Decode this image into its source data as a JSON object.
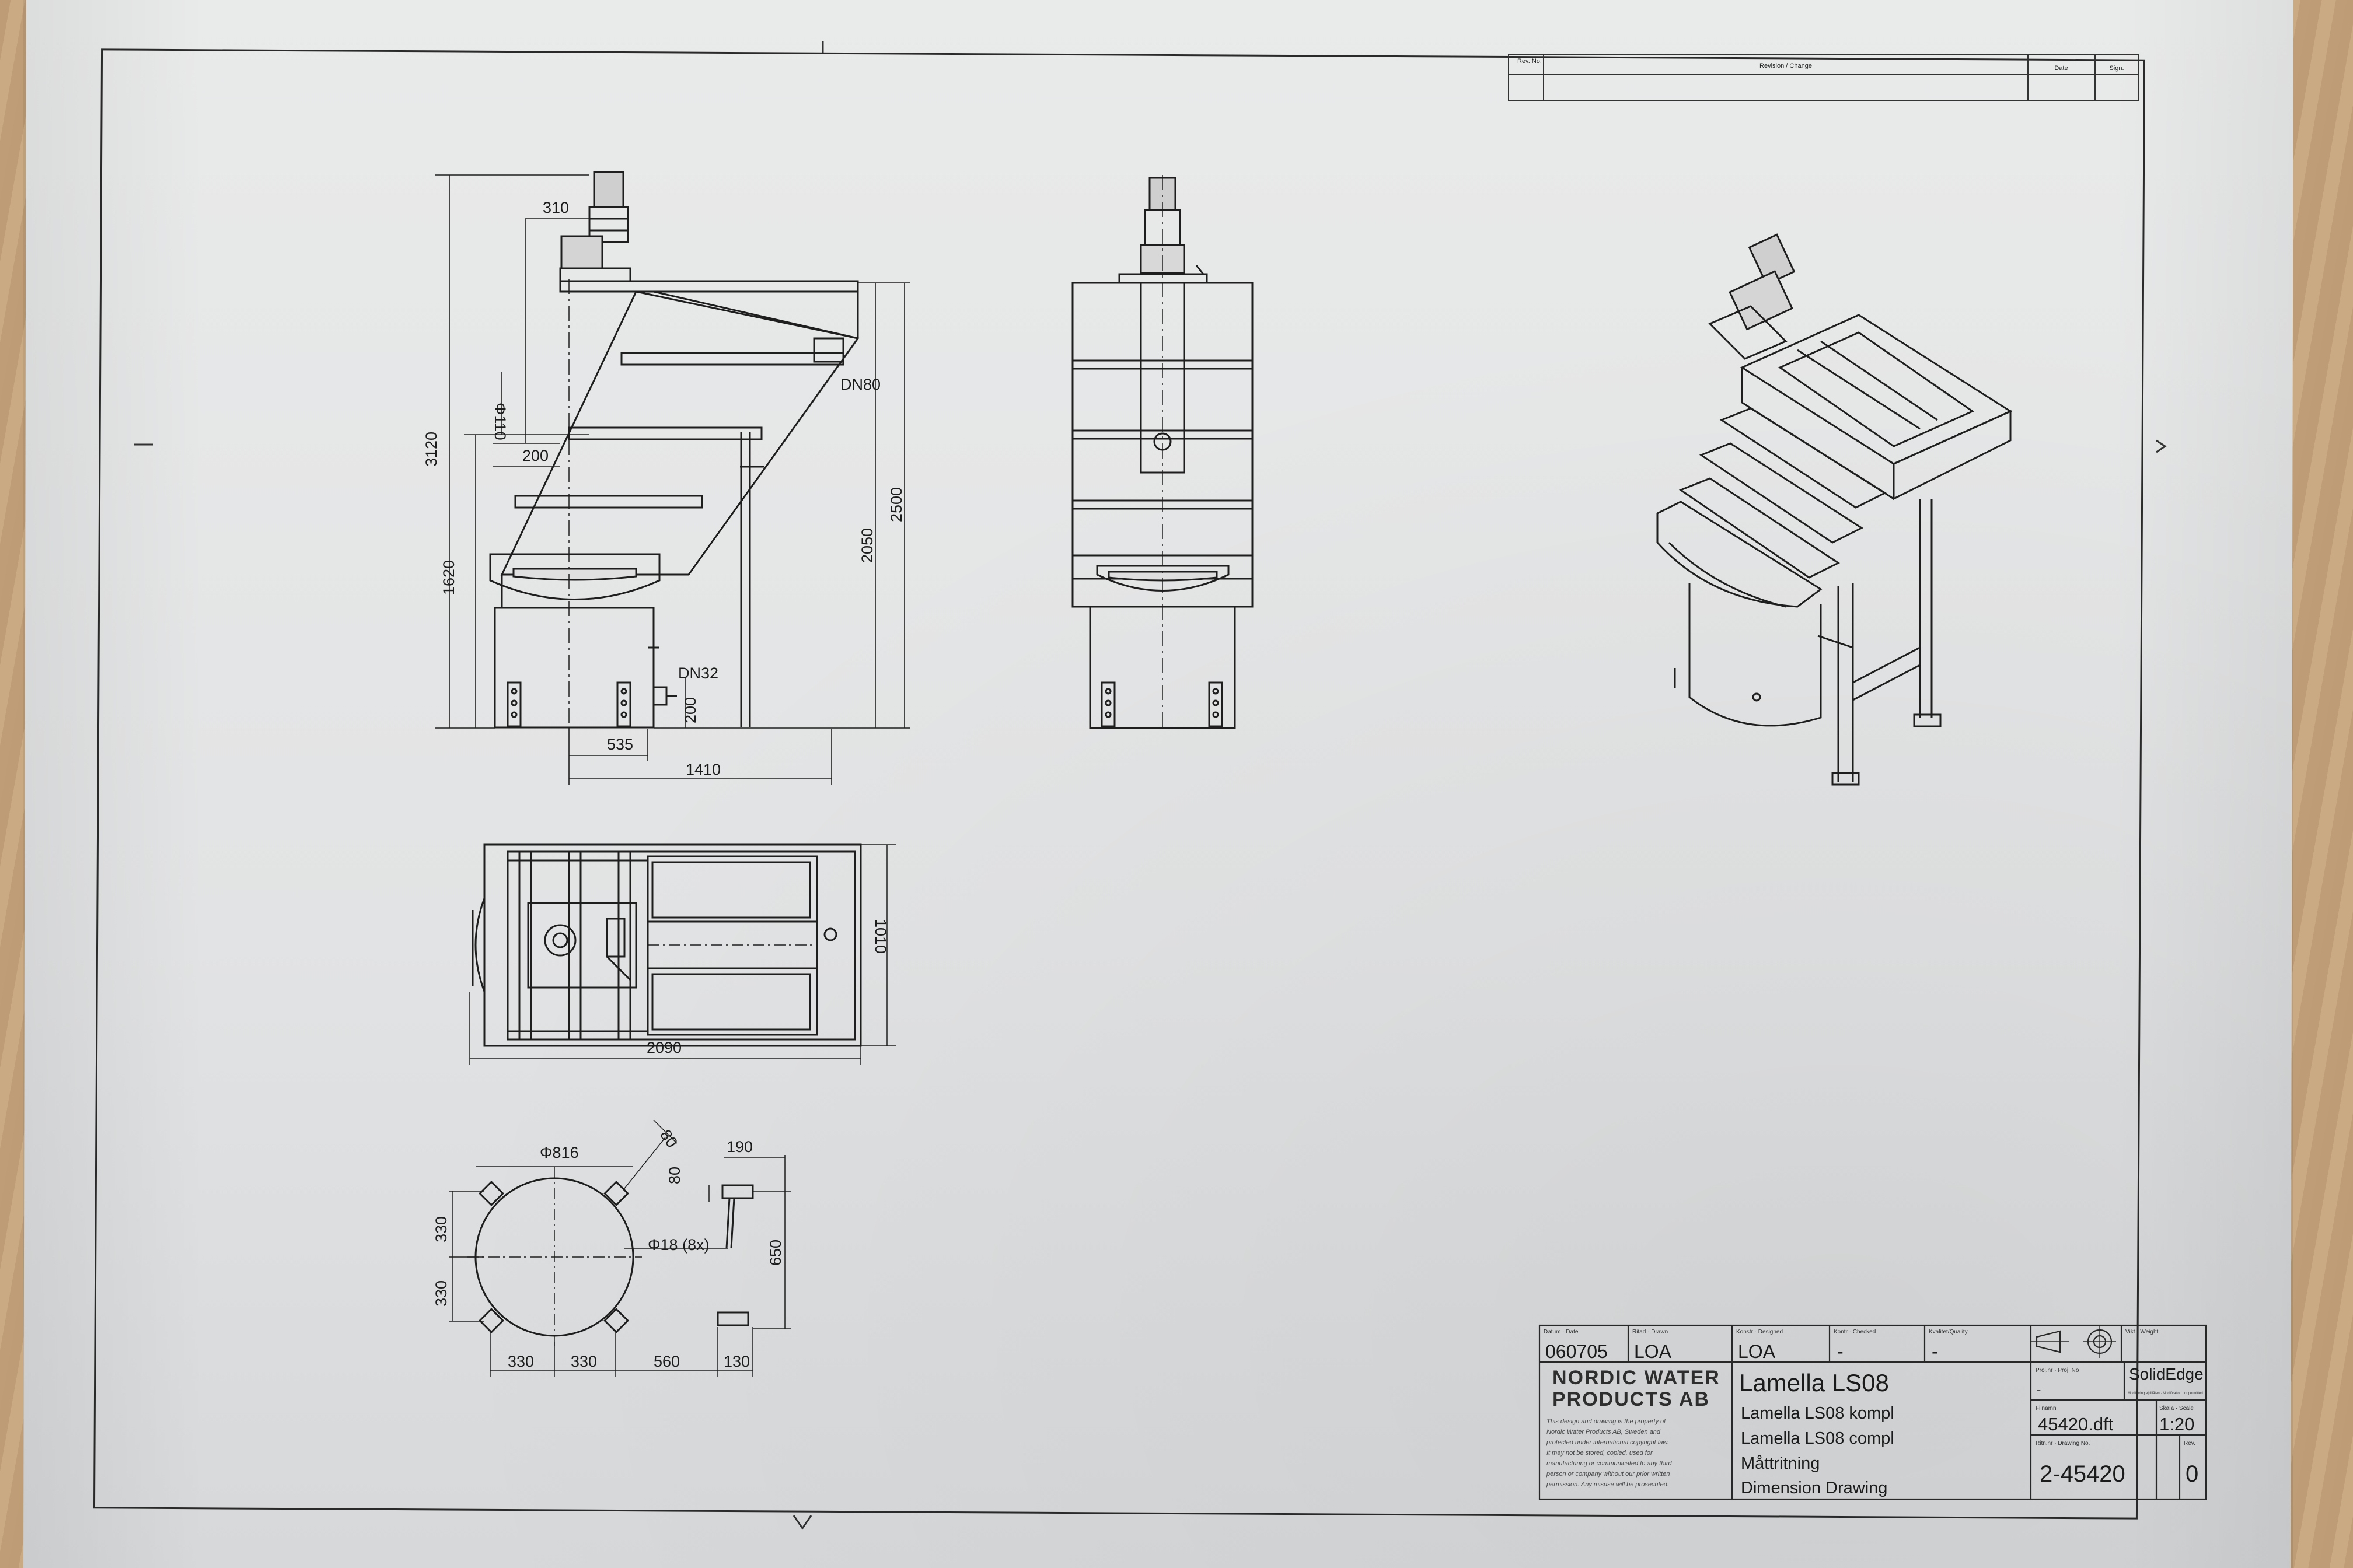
{
  "revision_table": {
    "rev_no_label": "Rev. No.",
    "change_label": "Revision / Change",
    "date_label": "Date",
    "sign_label": "Sign."
  },
  "side_view": {
    "dims": [
      "310",
      "Φ110",
      "200",
      "3120",
      "1620",
      "DN80",
      "2500",
      "2050",
      "DN32",
      "200",
      "535",
      "1410"
    ]
  },
  "top_view": {
    "dims": [
      "1010",
      "2090"
    ]
  },
  "foundation_plan": {
    "dims": [
      "Φ816",
      "80",
      "190",
      "80",
      "330",
      "330",
      "Φ18 (8x)",
      "650",
      "330",
      "330",
      "560",
      "130"
    ]
  },
  "title_block": {
    "date_label": "Datum · Date",
    "date": "060705",
    "drawn_label": "Ritad · Drawn",
    "drawn": "LOA",
    "designed_label": "Konstr · Designed",
    "designed": "LOA",
    "checked_label": "Kontr · Checked",
    "checked": "-",
    "quality_label": "Kvalitet/Quality",
    "quality": "-",
    "weight_label": "Vikt · Weight",
    "company": [
      "NORDIC WATER",
      "PRODUCTS AB"
    ],
    "legal": [
      "This design and drawing is the property of",
      "Nordic Water Products AB, Sweden and",
      "protected under international copyright law.",
      "It may not be stored, copied, used for",
      "manufacturing or communicated to any third",
      "person or company without our prior written",
      "permission. Any misuse will be prosecuted."
    ],
    "title": "Lamella LS08",
    "lines": [
      "Lamella LS08 kompl",
      "Lamella LS08 compl",
      "Måttritning",
      "Dimension Drawing"
    ],
    "project_label": "Proj.nr · Proj. No",
    "project": "-",
    "software": "SolidEdge",
    "software_note": "Modifiering ej tillåten · Modification not permitted",
    "file_label": "Filnamn",
    "file": "45420.dft",
    "scale_label": "Skala · Scale",
    "scale": "1:20",
    "drawing_no_label": "Ritn.nr · Drawing No.",
    "drawing_no": "2-45420",
    "rev_label": "Rev.",
    "rev": "0",
    "view_symbol": "projection-symbol"
  }
}
